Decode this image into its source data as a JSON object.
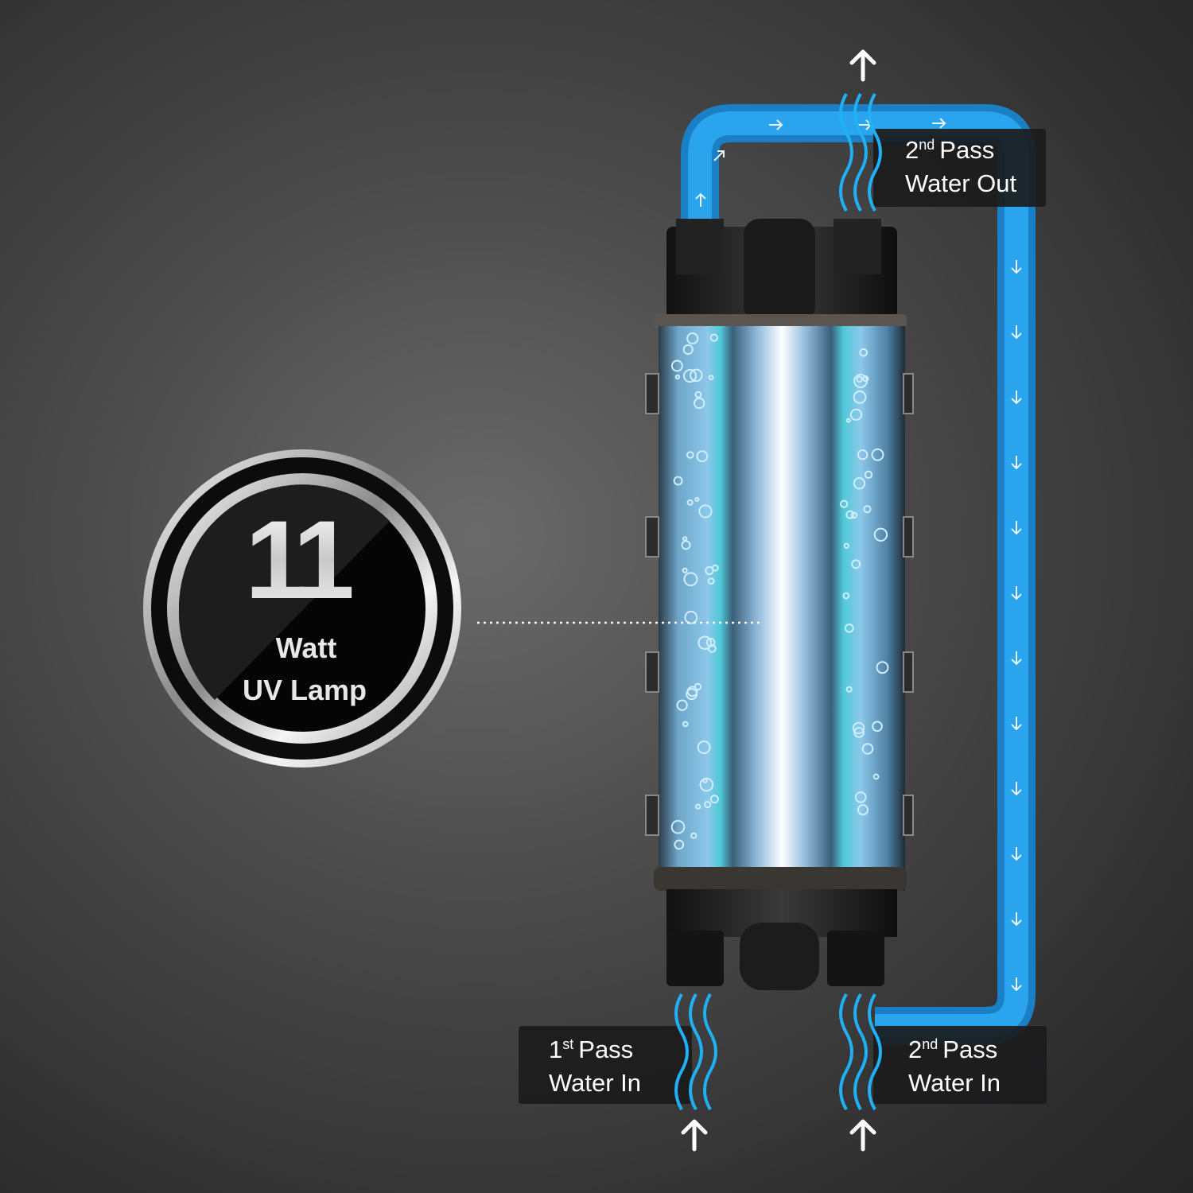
{
  "badge": {
    "number": "11",
    "unit": "Watt",
    "caption": "UV Lamp",
    "icon": "uv-lamp-badge"
  },
  "labels": {
    "second_out": {
      "ordinal": "2",
      "suffix": "nd",
      "line1": "Pass",
      "line2": "Water Out"
    },
    "first_in": {
      "ordinal": "1",
      "suffix": "st",
      "line1": "Pass",
      "line2": "Water In"
    },
    "second_in": {
      "ordinal": "2",
      "suffix": "nd",
      "line1": "Pass",
      "line2": "Water In"
    }
  },
  "colors": {
    "pipe": "#1a8fdc",
    "pipe_highlight": "#3fb4f2",
    "water": "#5fb8e8",
    "label_bg": "#1b1b1c",
    "background": "#4a4a4a"
  }
}
